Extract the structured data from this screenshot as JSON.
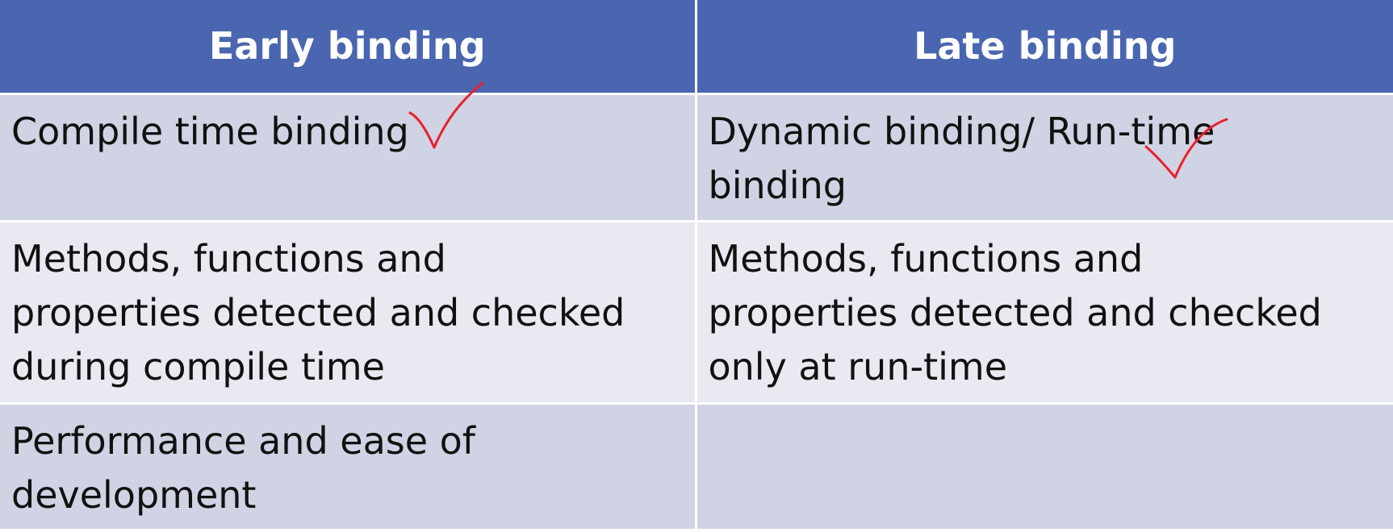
{
  "table": {
    "headers": [
      "Early binding",
      "Late binding"
    ],
    "rows": [
      {
        "early": [
          "Compile time binding"
        ],
        "late": [
          "Dynamic binding/ Run-time",
          "binding"
        ]
      },
      {
        "early": [
          "Methods, functions and",
          "properties detected and checked",
          "during compile time"
        ],
        "late": [
          "Methods, functions and",
          "properties detected and checked",
          "only at run-time"
        ]
      },
      {
        "early": [
          "Performance and ease of",
          "development"
        ],
        "late": []
      }
    ]
  },
  "annotations": {
    "checkmark_color": "#e8202a",
    "checkmarks": [
      "checkmark-icon",
      "checkmark-icon"
    ]
  },
  "colors": {
    "header_bg": "#4a66b0",
    "row_dark": "#d0d3e3",
    "row_light": "#e8e9f1"
  }
}
